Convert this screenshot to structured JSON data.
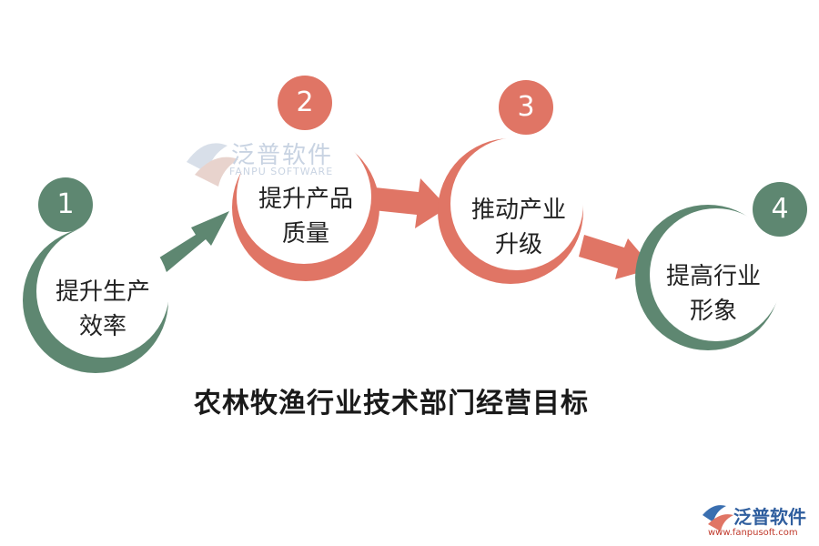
{
  "title": "农林牧渔行业技术部门经营目标",
  "colors": {
    "green": "#5e8771",
    "salmon": "#e07565"
  },
  "steps": [
    {
      "number": "1",
      "line1": "提升生产",
      "line2": "效率"
    },
    {
      "number": "2",
      "line1": "提升产品",
      "line2": "质量"
    },
    {
      "number": "3",
      "line1": "推动产业",
      "line2": "升级"
    },
    {
      "number": "4",
      "line1": "提高行业",
      "line2": "形象"
    }
  ],
  "watermark": {
    "brand": "泛普软件",
    "sub": "FANPU SOFTWARE"
  },
  "logo": {
    "brand": "泛普软件",
    "url": "www.fanpusoft.com"
  }
}
